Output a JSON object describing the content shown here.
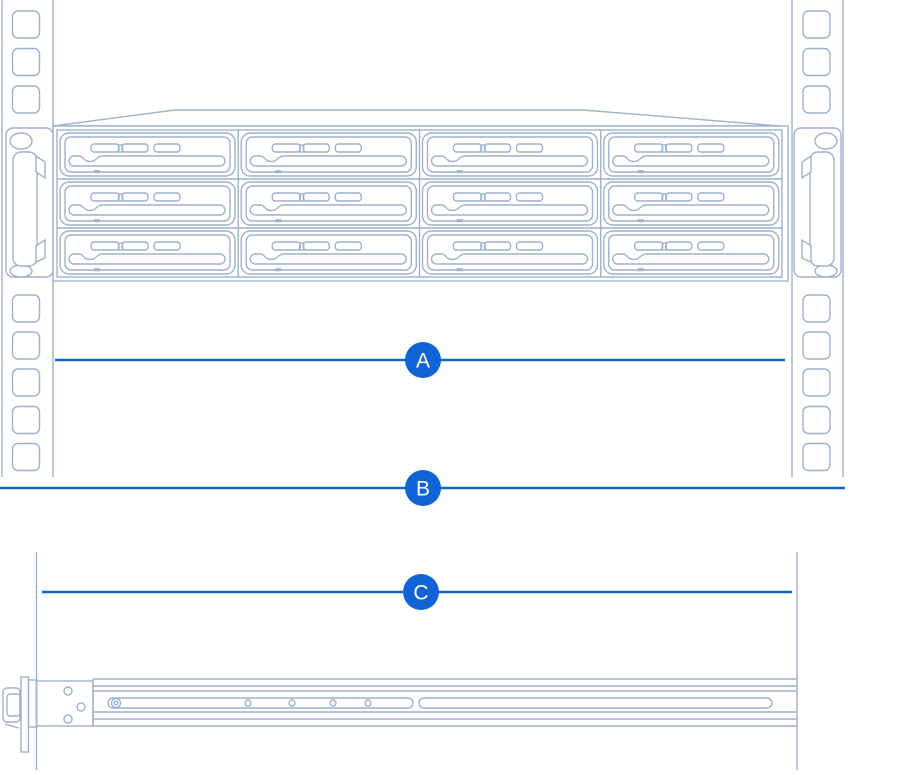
{
  "callouts": [
    {
      "id": "A",
      "label": "A"
    },
    {
      "id": "B",
      "label": "B"
    },
    {
      "id": "C",
      "label": "C"
    }
  ],
  "colors": {
    "accent": "#1064D6",
    "outline": "#9FB1CC",
    "callout_text": "#FFFFFF",
    "background": "#FFFFFF"
  },
  "diagram": {
    "type": "hardware-installation-line-art",
    "views": [
      {
        "name": "rack-front-view-with-12-bay-chassis",
        "drive_tray_rows": 3,
        "drive_tray_columns": 4,
        "post_holes_per_side": 8
      },
      {
        "name": "slide-rail-side-view",
        "bracket_holes": 3,
        "slot_rivets": 4
      }
    ]
  }
}
